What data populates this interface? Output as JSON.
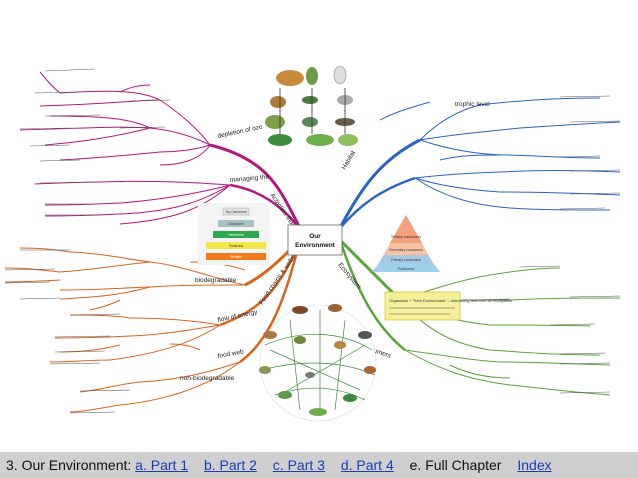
{
  "center": {
    "line1": "Our",
    "line2": "Environment"
  },
  "branches": {
    "depletion": "depletion of ozone",
    "managing": "managing the",
    "activities": "Activities that affect",
    "habitat": "Habitat",
    "ecosystem": "Ecosystem",
    "food": "Food chains & webs",
    "flow": "flow of energy",
    "foodweb": "food web",
    "biodeg": "biodegradable",
    "nonbio": "non-biodegradable",
    "trophic": "trophic level",
    "cons": "consumers"
  },
  "ecobox": "Organisms + Their Environment ... interacting and form an ecosystem",
  "pyramid": [
    "Tertiary consumers",
    "Secondary consumers",
    "Primary consumers",
    "Producers"
  ],
  "pyramid2": [
    "Top Carnivores",
    "Carnivores",
    "Herbivores",
    "Producers",
    "Sunlight"
  ],
  "colors": {
    "magenta": "#b5177f",
    "orange": "#d8641c",
    "blue": "#2a64c4",
    "green": "#5aa43a",
    "darkblue": "#2d4b9b"
  },
  "footer": {
    "prefix": "3. Our Environment:",
    "links": [
      "a. Part 1",
      "b. Part 2",
      "c. Part 3",
      "d. Part 4"
    ],
    "current": "e. Full Chapter",
    "index": "Index"
  }
}
